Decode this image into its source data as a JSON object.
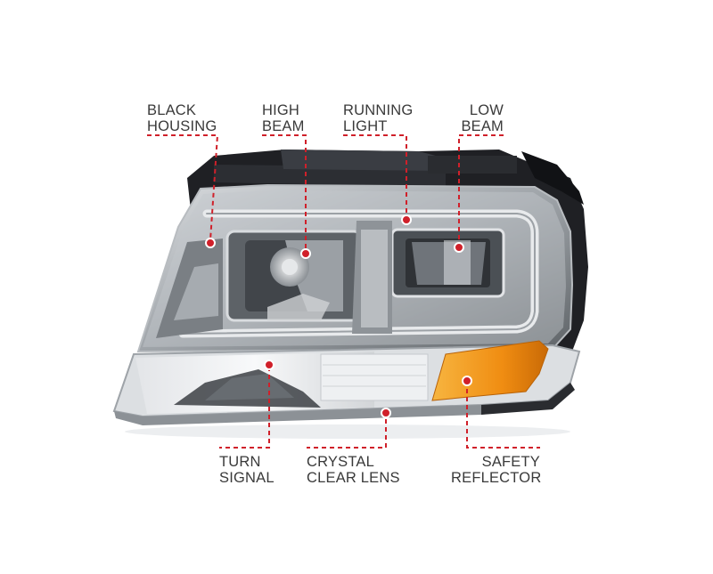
{
  "callouts": [
    {
      "id": "black-housing",
      "lines": [
        "BLACK",
        "HOUSING"
      ]
    },
    {
      "id": "high-beam",
      "lines": [
        "HIGH",
        "BEAM"
      ]
    },
    {
      "id": "running-light",
      "lines": [
        "RUNNING",
        "LIGHT"
      ]
    },
    {
      "id": "low-beam",
      "lines": [
        "LOW",
        "BEAM"
      ]
    },
    {
      "id": "turn-signal",
      "lines": [
        "TURN",
        "SIGNAL"
      ]
    },
    {
      "id": "crystal-clear-lens",
      "lines": [
        "CRYSTAL",
        "CLEAR LENS"
      ]
    },
    {
      "id": "safety-reflector",
      "lines": [
        "SAFETY",
        "REFLECTOR"
      ]
    }
  ],
  "colors": {
    "leader": "#d0202a",
    "label": "#3a3a3a",
    "chrome": "#c9ccd0",
    "housing": "#1e1f22",
    "amber": "#f29a1b"
  }
}
